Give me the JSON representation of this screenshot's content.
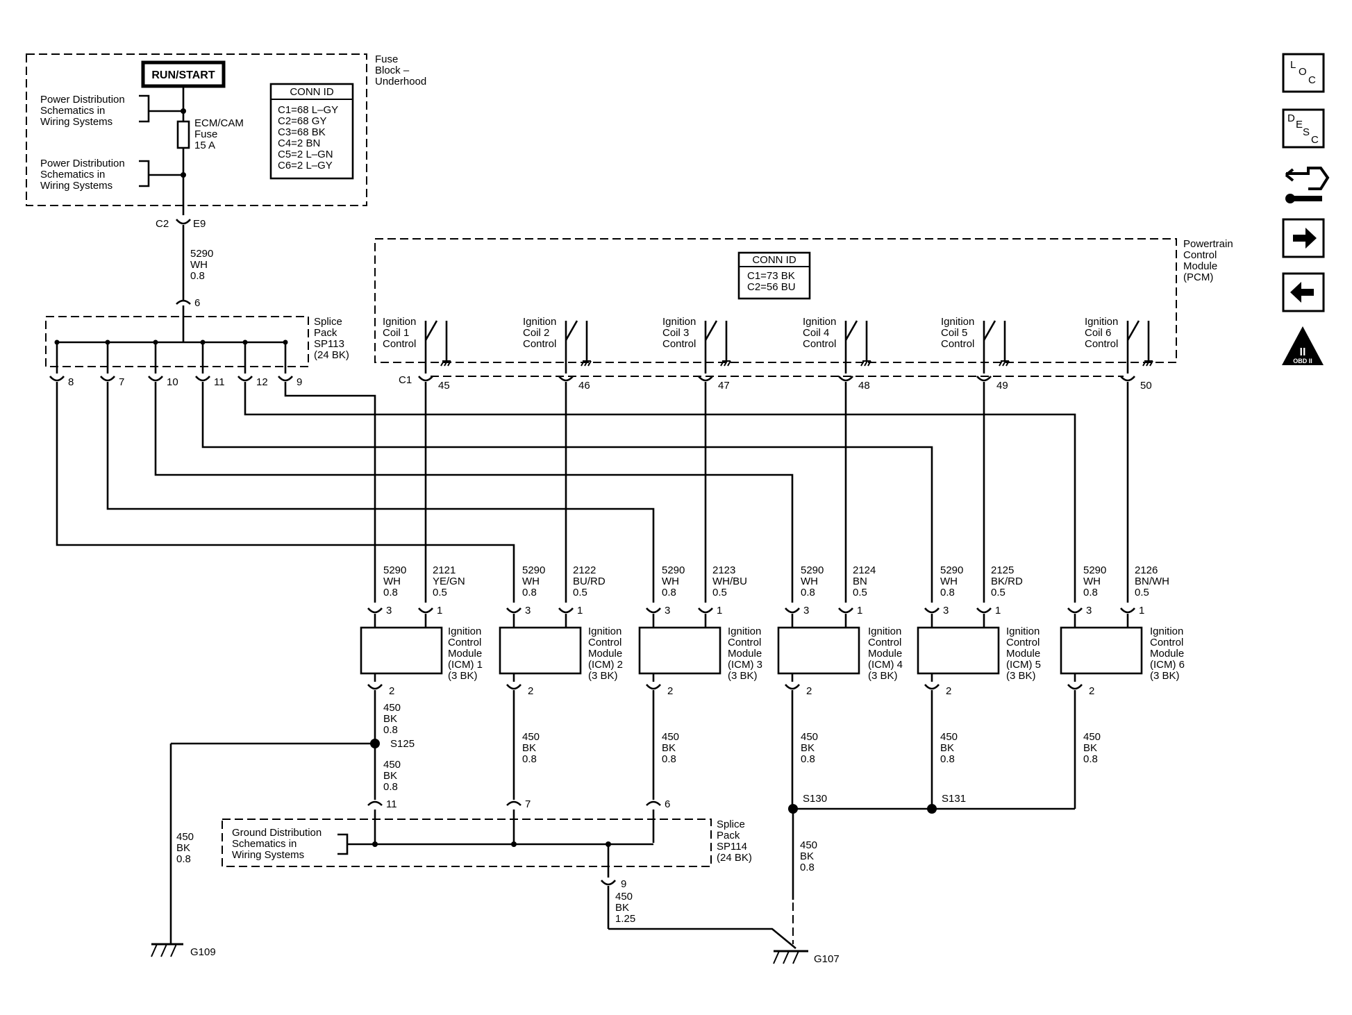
{
  "fuse_block": {
    "label": [
      "Fuse",
      "Block –",
      "Underhood"
    ],
    "power_source": "RUN/START",
    "ref1": [
      "Power Distribution",
      "Schematics in",
      "Wiring Systems"
    ],
    "ref2": [
      "Power Distribution",
      "Schematics in",
      "Wiring Systems"
    ],
    "fuse": [
      "ECM/CAM",
      "Fuse",
      "15 A"
    ],
    "conn_id_title": "CONN ID",
    "conn_ids": [
      "C1=68 L–GY",
      "C2=68 GY",
      "C3=68 BK",
      "C4=2 BN",
      "C5=2 L–GN",
      "C6=2 L–GY"
    ],
    "out_conn": "C2",
    "out_pin": "E9"
  },
  "feed_wire": [
    "5290",
    "WH",
    "0.8"
  ],
  "splice_sp113": {
    "label": [
      "Splice",
      "Pack",
      "SP113",
      "(24 BK)"
    ],
    "in_pin": "6",
    "out_pins": [
      "8",
      "7",
      "10",
      "11",
      "12",
      "9"
    ]
  },
  "pcm": {
    "label": [
      "Powertrain",
      "Control",
      "Module",
      "(PCM)"
    ],
    "conn_id_title": "CONN ID",
    "conn_ids": [
      "C1=73 BK",
      "C2=56 BU"
    ],
    "connector": "C1",
    "controls": [
      {
        "label": [
          "Ignition",
          "Coil 1",
          "Control"
        ],
        "pin": "45"
      },
      {
        "label": [
          "Ignition",
          "Coil 2",
          "Control"
        ],
        "pin": "46"
      },
      {
        "label": [
          "Ignition",
          "Coil 3",
          "Control"
        ],
        "pin": "47"
      },
      {
        "label": [
          "Ignition",
          "Coil 4",
          "Control"
        ],
        "pin": "48"
      },
      {
        "label": [
          "Ignition",
          "Coil 5",
          "Control"
        ],
        "pin": "49"
      },
      {
        "label": [
          "Ignition",
          "Coil 6",
          "Control"
        ],
        "pin": "50"
      }
    ]
  },
  "icms": [
    {
      "label": [
        "Ignition",
        "Control",
        "Module",
        "(ICM) 1",
        "(3 BK)"
      ],
      "pwr_wire": [
        "5290",
        "WH",
        "0.8"
      ],
      "ctl_wire": [
        "2121",
        "YE/GN",
        "0.5"
      ],
      "pin_pwr": "3",
      "pin_ctl": "1",
      "pin_gnd": "2",
      "gnd_wire": [
        "450",
        "BK",
        "0.8"
      ]
    },
    {
      "label": [
        "Ignition",
        "Control",
        "Module",
        "(ICM) 2",
        "(3 BK)"
      ],
      "pwr_wire": [
        "5290",
        "WH",
        "0.8"
      ],
      "ctl_wire": [
        "2122",
        "BU/RD",
        "0.5"
      ],
      "pin_pwr": "3",
      "pin_ctl": "1",
      "pin_gnd": "2",
      "gnd_wire": [
        "450",
        "BK",
        "0.8"
      ]
    },
    {
      "label": [
        "Ignition",
        "Control",
        "Module",
        "(ICM) 3",
        "(3 BK)"
      ],
      "pwr_wire": [
        "5290",
        "WH",
        "0.8"
      ],
      "ctl_wire": [
        "2123",
        "WH/BU",
        "0.5"
      ],
      "pin_pwr": "3",
      "pin_ctl": "1",
      "pin_gnd": "2",
      "gnd_wire": [
        "450",
        "BK",
        "0.8"
      ]
    },
    {
      "label": [
        "Ignition",
        "Control",
        "Module",
        "(ICM) 4",
        "(3 BK)"
      ],
      "pwr_wire": [
        "5290",
        "WH",
        "0.8"
      ],
      "ctl_wire": [
        "2124",
        "BN",
        "0.5"
      ],
      "pin_pwr": "3",
      "pin_ctl": "1",
      "pin_gnd": "2",
      "gnd_wire": [
        "450",
        "BK",
        "0.8"
      ]
    },
    {
      "label": [
        "Ignition",
        "Control",
        "Module",
        "(ICM) 5",
        "(3 BK)"
      ],
      "pwr_wire": [
        "5290",
        "WH",
        "0.8"
      ],
      "ctl_wire": [
        "2125",
        "BK/RD",
        "0.5"
      ],
      "pin_pwr": "3",
      "pin_ctl": "1",
      "pin_gnd": "2",
      "gnd_wire": [
        "450",
        "BK",
        "0.8"
      ]
    },
    {
      "label": [
        "Ignition",
        "Control",
        "Module",
        "(ICM) 6",
        "(3 BK)"
      ],
      "pwr_wire": [
        "5290",
        "WH",
        "0.8"
      ],
      "ctl_wire": [
        "2126",
        "BN/WH",
        "0.5"
      ],
      "pin_pwr": "3",
      "pin_ctl": "1",
      "pin_gnd": "2",
      "gnd_wire": [
        "450",
        "BK",
        "0.8"
      ]
    }
  ],
  "ground": {
    "s125": "S125",
    "s125_down_wire": [
      "450",
      "BK",
      "0.8"
    ],
    "g109_wire": [
      "450",
      "BK",
      "0.8"
    ],
    "g109": "G109",
    "s130": "S130",
    "s131": "S131",
    "g107_wire_a": [
      "450",
      "BK",
      "0.8"
    ],
    "g107": "G107",
    "splice_sp114": {
      "label": [
        "Splice",
        "Pack",
        "SP114",
        "(24 BK)"
      ],
      "ref": [
        "Ground Distribution",
        "Schematics in",
        "Wiring Systems"
      ],
      "in_pins": [
        "11",
        "7",
        "6"
      ],
      "out_pin": "9",
      "out_wire": [
        "450",
        "BK",
        "1.25"
      ]
    }
  },
  "nav_icons": [
    {
      "name": "location-icon",
      "text": "LOC"
    },
    {
      "name": "description-icon",
      "text": "DESC"
    },
    {
      "name": "connector-repair-icon",
      "text": ""
    },
    {
      "name": "next-page-arrow-icon",
      "text": ""
    },
    {
      "name": "previous-page-arrow-icon",
      "text": ""
    },
    {
      "name": "obd-ii-icon",
      "text": "OBD II"
    }
  ]
}
